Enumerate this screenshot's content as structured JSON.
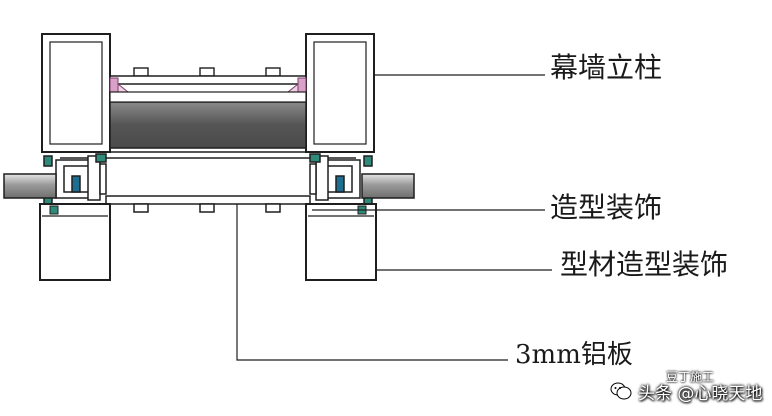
{
  "labels": {
    "mullion": "幕墙立柱",
    "deco": "造型装饰",
    "profile_deco": "型材造型装饰",
    "panel": "3mm铝板"
  },
  "watermark": {
    "text": "头条 @心晓天地",
    "sub": "豆丁施工"
  },
  "colors": {
    "line": "#1f1f1f",
    "panel_fill": "#5a5a5a",
    "rubber_green": "#2f8a7a",
    "gasket_pink": "#d9a0c8",
    "tube_gray": "#9a9a9a"
  }
}
